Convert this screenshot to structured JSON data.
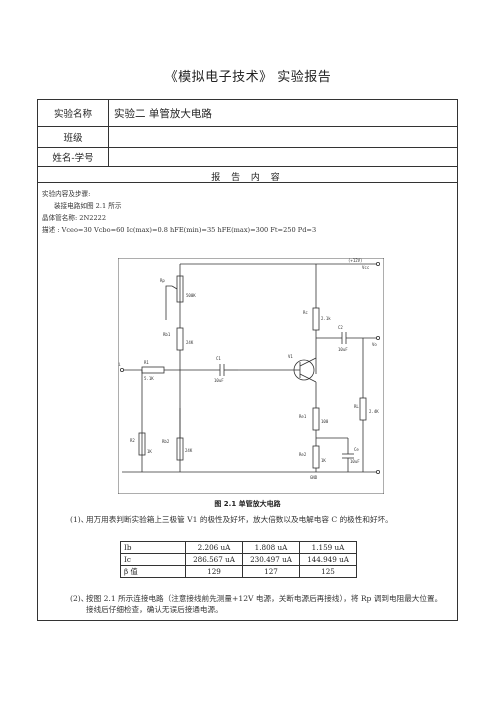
{
  "page_title": "《模拟电子技术》 实验报告",
  "info": {
    "experiment_name_label": "实验名称",
    "experiment_name_value": "实验二  单管放大电路",
    "class_label": "班级",
    "name_id_label": "姓名-学号"
  },
  "report": {
    "heading": "报 告 内 容",
    "content_label": "实验内容及步骤:",
    "step_intro": "装接电路如图 2.1 所示",
    "transistor_label": "晶体管名称:   2N2222",
    "description": "描述  :   Vceo=30  Vcbo=60  Ic(max)=0.8  hFE(min)=35  hFE(max)=300  Ft=250  Pd=3"
  },
  "circuit": {
    "labels": {
      "vcc": "Vcc",
      "vcc_value": "(+12V)",
      "rp": "Rp",
      "rp_value": "500K",
      "rc": "Rc",
      "rc_value": "2.1k",
      "rb1": "Rb1",
      "rb1_value": "24K",
      "c2": "C2",
      "c2_value": "10uF",
      "vo": "Vo",
      "v1": "V1",
      "r1": "R1",
      "r1_value": "5.1K",
      "c1": "C1",
      "c1_value": "10uF",
      "vi": "Vi",
      "re1": "Re1",
      "re1_value": "100",
      "rl": "RL",
      "rl_value": "2.4K",
      "r2": "R2",
      "r2_value": "1K",
      "rb2": "Rb2",
      "rb2_value": "24K",
      "ce": "Ce",
      "ce_value": "10uF",
      "re2": "Re2",
      "re2_value": "1K",
      "gnd": "GND"
    },
    "caption": "图 2.1 单管放大电路"
  },
  "step1": {
    "index": "(1)、",
    "text": "用万用表判断实验箱上三极管 V1 的极性及好坏，放大倍数以及电解电容 C 的极性和好坏。"
  },
  "measurements": {
    "rows": [
      [
        "Ib",
        "2.206 uA",
        "1.808 uA",
        "1.159 uA"
      ],
      [
        "Ic",
        "286.567 uA",
        "230.497 uA",
        "144.949 uA"
      ],
      [
        "β 值",
        "129",
        "127",
        "125"
      ]
    ]
  },
  "step2": {
    "index": "(2)、",
    "text": "按图 2.1 所示连接电路（注意接线前先测量+12V 电源，关断电源后再接线），将 Rp 调到电阻最大位置。接线后仔细检查，确认无误后接通电源。"
  }
}
